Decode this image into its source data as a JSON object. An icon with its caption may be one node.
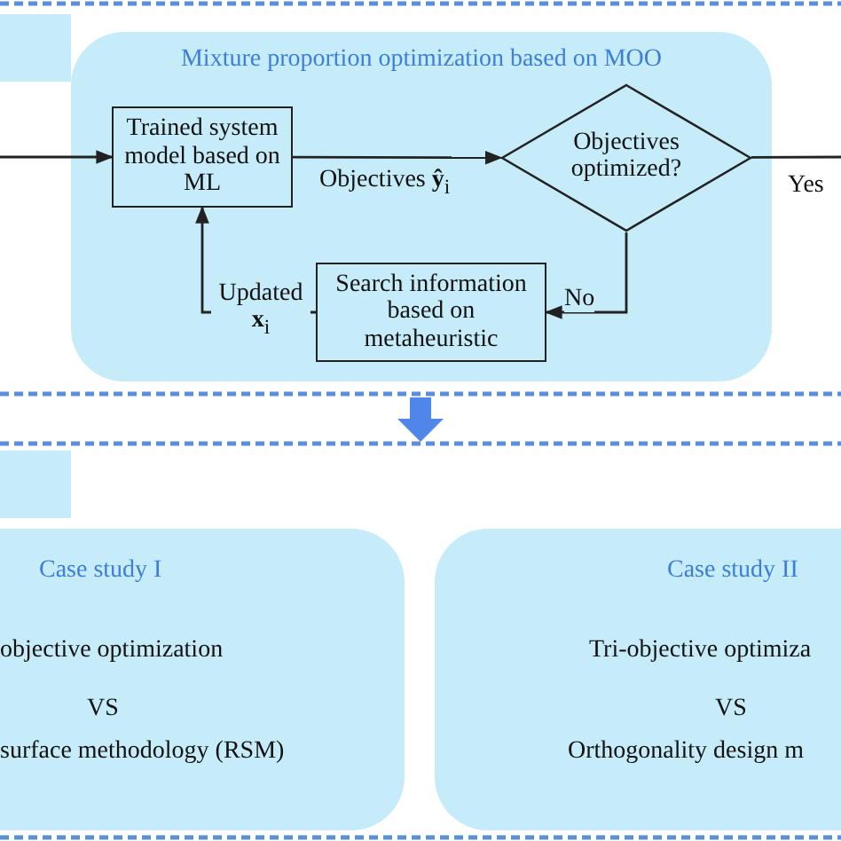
{
  "diagram": {
    "nodes": [
      {
        "text": [
          "Mixture proportion optimization based on MOO"
        ]
      },
      {
        "text": [
          "Trained system model based on ML"
        ],
        "in": 0
      },
      {
        "text": [
          "Objectives optimized?"
        ],
        "in": 0
      },
      {
        "text": [
          "Search information based on metaheuristic"
        ],
        "in": 0
      },
      {
        "text": [
          "Case study I",
          "objective optimization",
          "VS",
          "surface methodology (RSM)"
        ]
      },
      {
        "text": [
          "Case study II",
          "Tri-objective optimiza",
          "VS",
          "Orthogonality design m"
        ]
      }
    ],
    "edges": [
      {
        "from": null,
        "to": 1,
        "arrow": "to"
      },
      {
        "from": 1,
        "to": 2,
        "arrow": "to",
        "label": "Objectives **ŷ**$_{i}$"
      },
      {
        "from": 2,
        "to": null,
        "arrow": "none",
        "label": "Yes"
      },
      {
        "from": 2,
        "to": 3,
        "arrow": "to",
        "label": "No"
      },
      {
        "from": 3,
        "to": 1,
        "arrow": "to",
        "label": "Updated **x**$_{i}$"
      }
    ]
  }
}
